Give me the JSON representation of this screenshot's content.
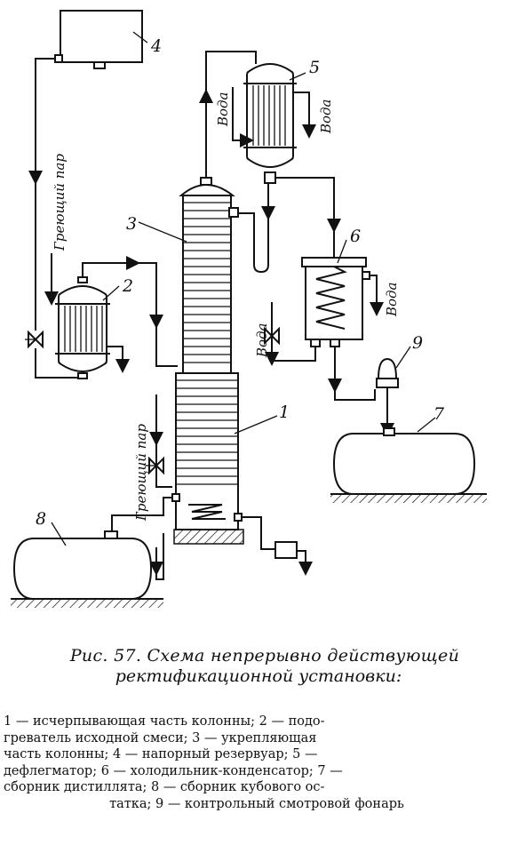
{
  "diagram": {
    "labels": {
      "n1": "1",
      "n2": "2",
      "n3": "3",
      "n4": "4",
      "n5": "5",
      "n6": "6",
      "n7": "7",
      "n8": "8",
      "n9": "9",
      "steam_left": "Греющий пар",
      "steam_bottom": "Греющий пар",
      "water_in_5": "Вода",
      "water_out_5": "Вода",
      "water_in_6": "Вода",
      "water_out_6": "Вода"
    }
  },
  "caption": {
    "title_line1": "Рис. 57. Схема непрерывно действующей",
    "title_line2": "ректификационной установки:"
  },
  "legend": {
    "line1": "1 — исчерпывающая часть колонны; 2 — подо-",
    "line2": "греватель исходной смеси; 3 — укрепляющая",
    "line3": "часть колонны; 4 — напорный резервуар; 5 —",
    "line4": "дефлегматор; 6 — холодильник-конденсатор; 7 —",
    "line5": "сборник дистиллята; 8 — сборник кубового ос-",
    "line6": "татка; 9 — контрольный смотровой фонарь"
  }
}
